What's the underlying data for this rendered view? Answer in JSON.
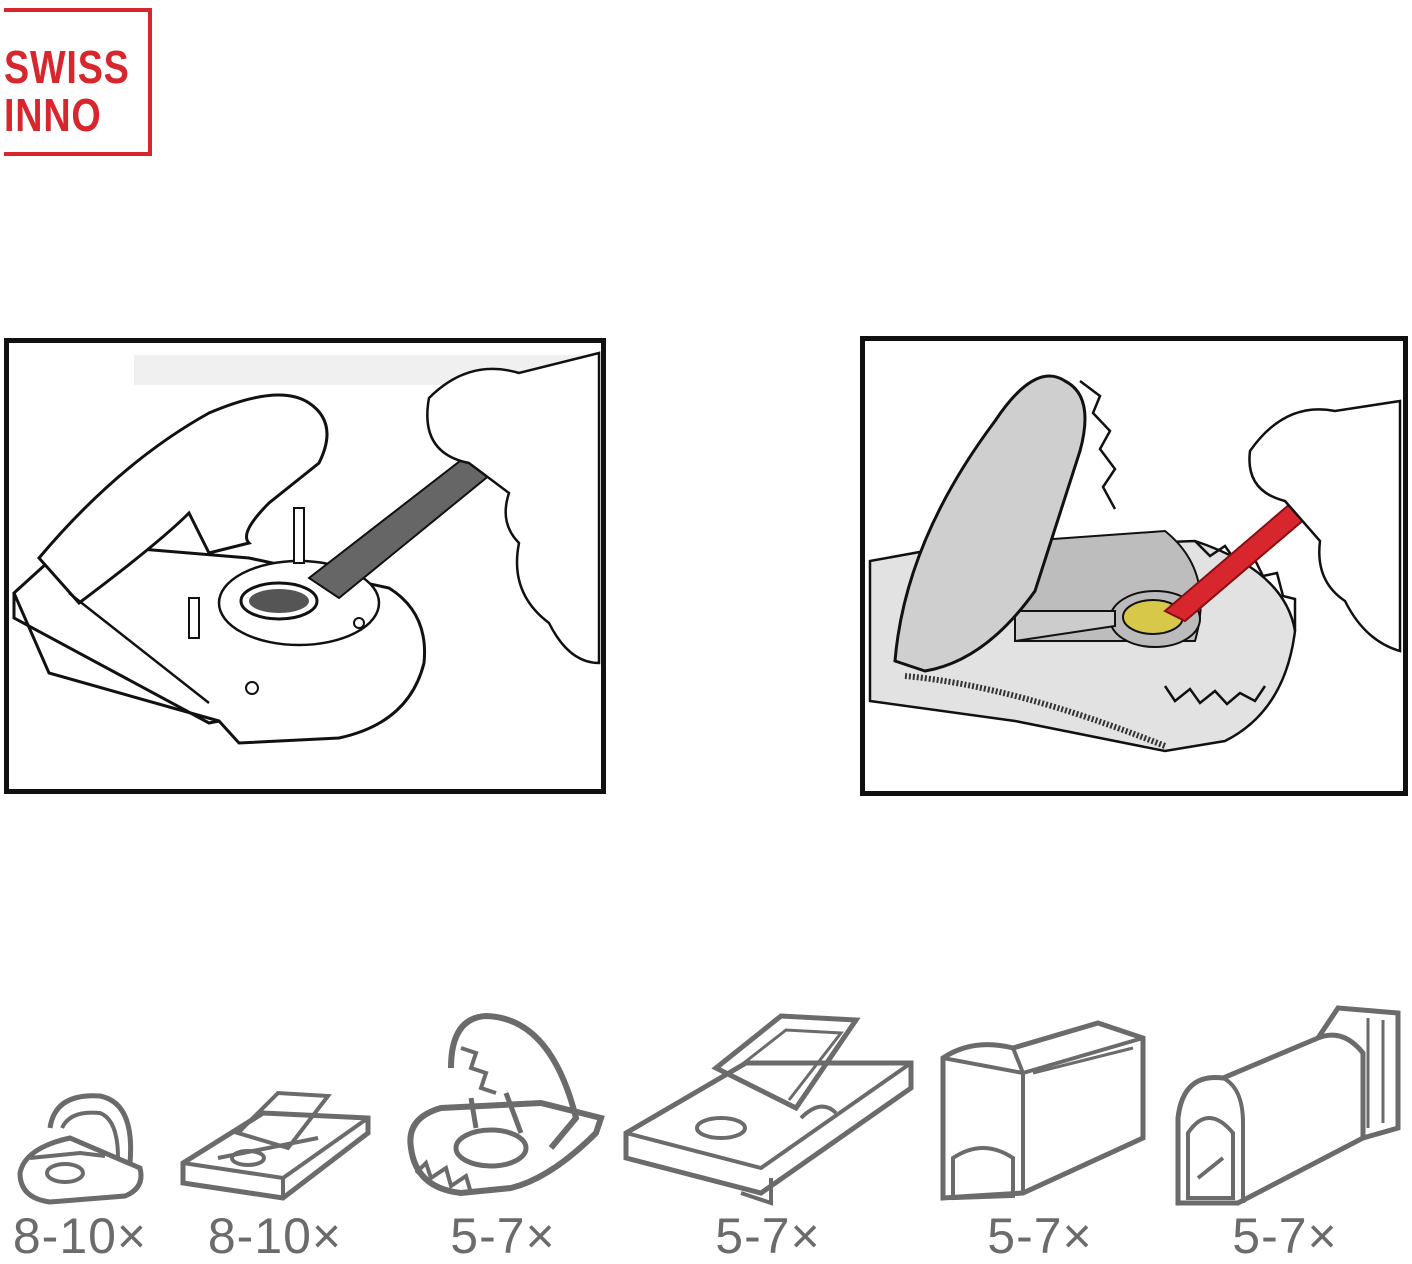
{
  "brand": {
    "line1": "SWISS",
    "line2": "INNO",
    "color": "#d7262e"
  },
  "illustrations": {
    "left": "trap-baiting-with-bait-syringe-gray",
    "right": "trap-baiting-with-bait-syringe-red"
  },
  "traps": [
    {
      "icon": "small-mouse-trap-icon",
      "count": "8-10×"
    },
    {
      "icon": "wooden-snap-trap-icon",
      "count": "8-10×"
    },
    {
      "icon": "jaw-trap-icon",
      "count": "5-7×"
    },
    {
      "icon": "large-snap-trap-icon",
      "count": "5-7×"
    },
    {
      "icon": "box-trap-icon",
      "count": "5-7×"
    },
    {
      "icon": "tunnel-trap-icon",
      "count": "5-7×"
    }
  ],
  "colors": {
    "accent": "#d7262e",
    "icon_gray": "#6b6b6b",
    "bait_yellow": "#d8c84a"
  }
}
